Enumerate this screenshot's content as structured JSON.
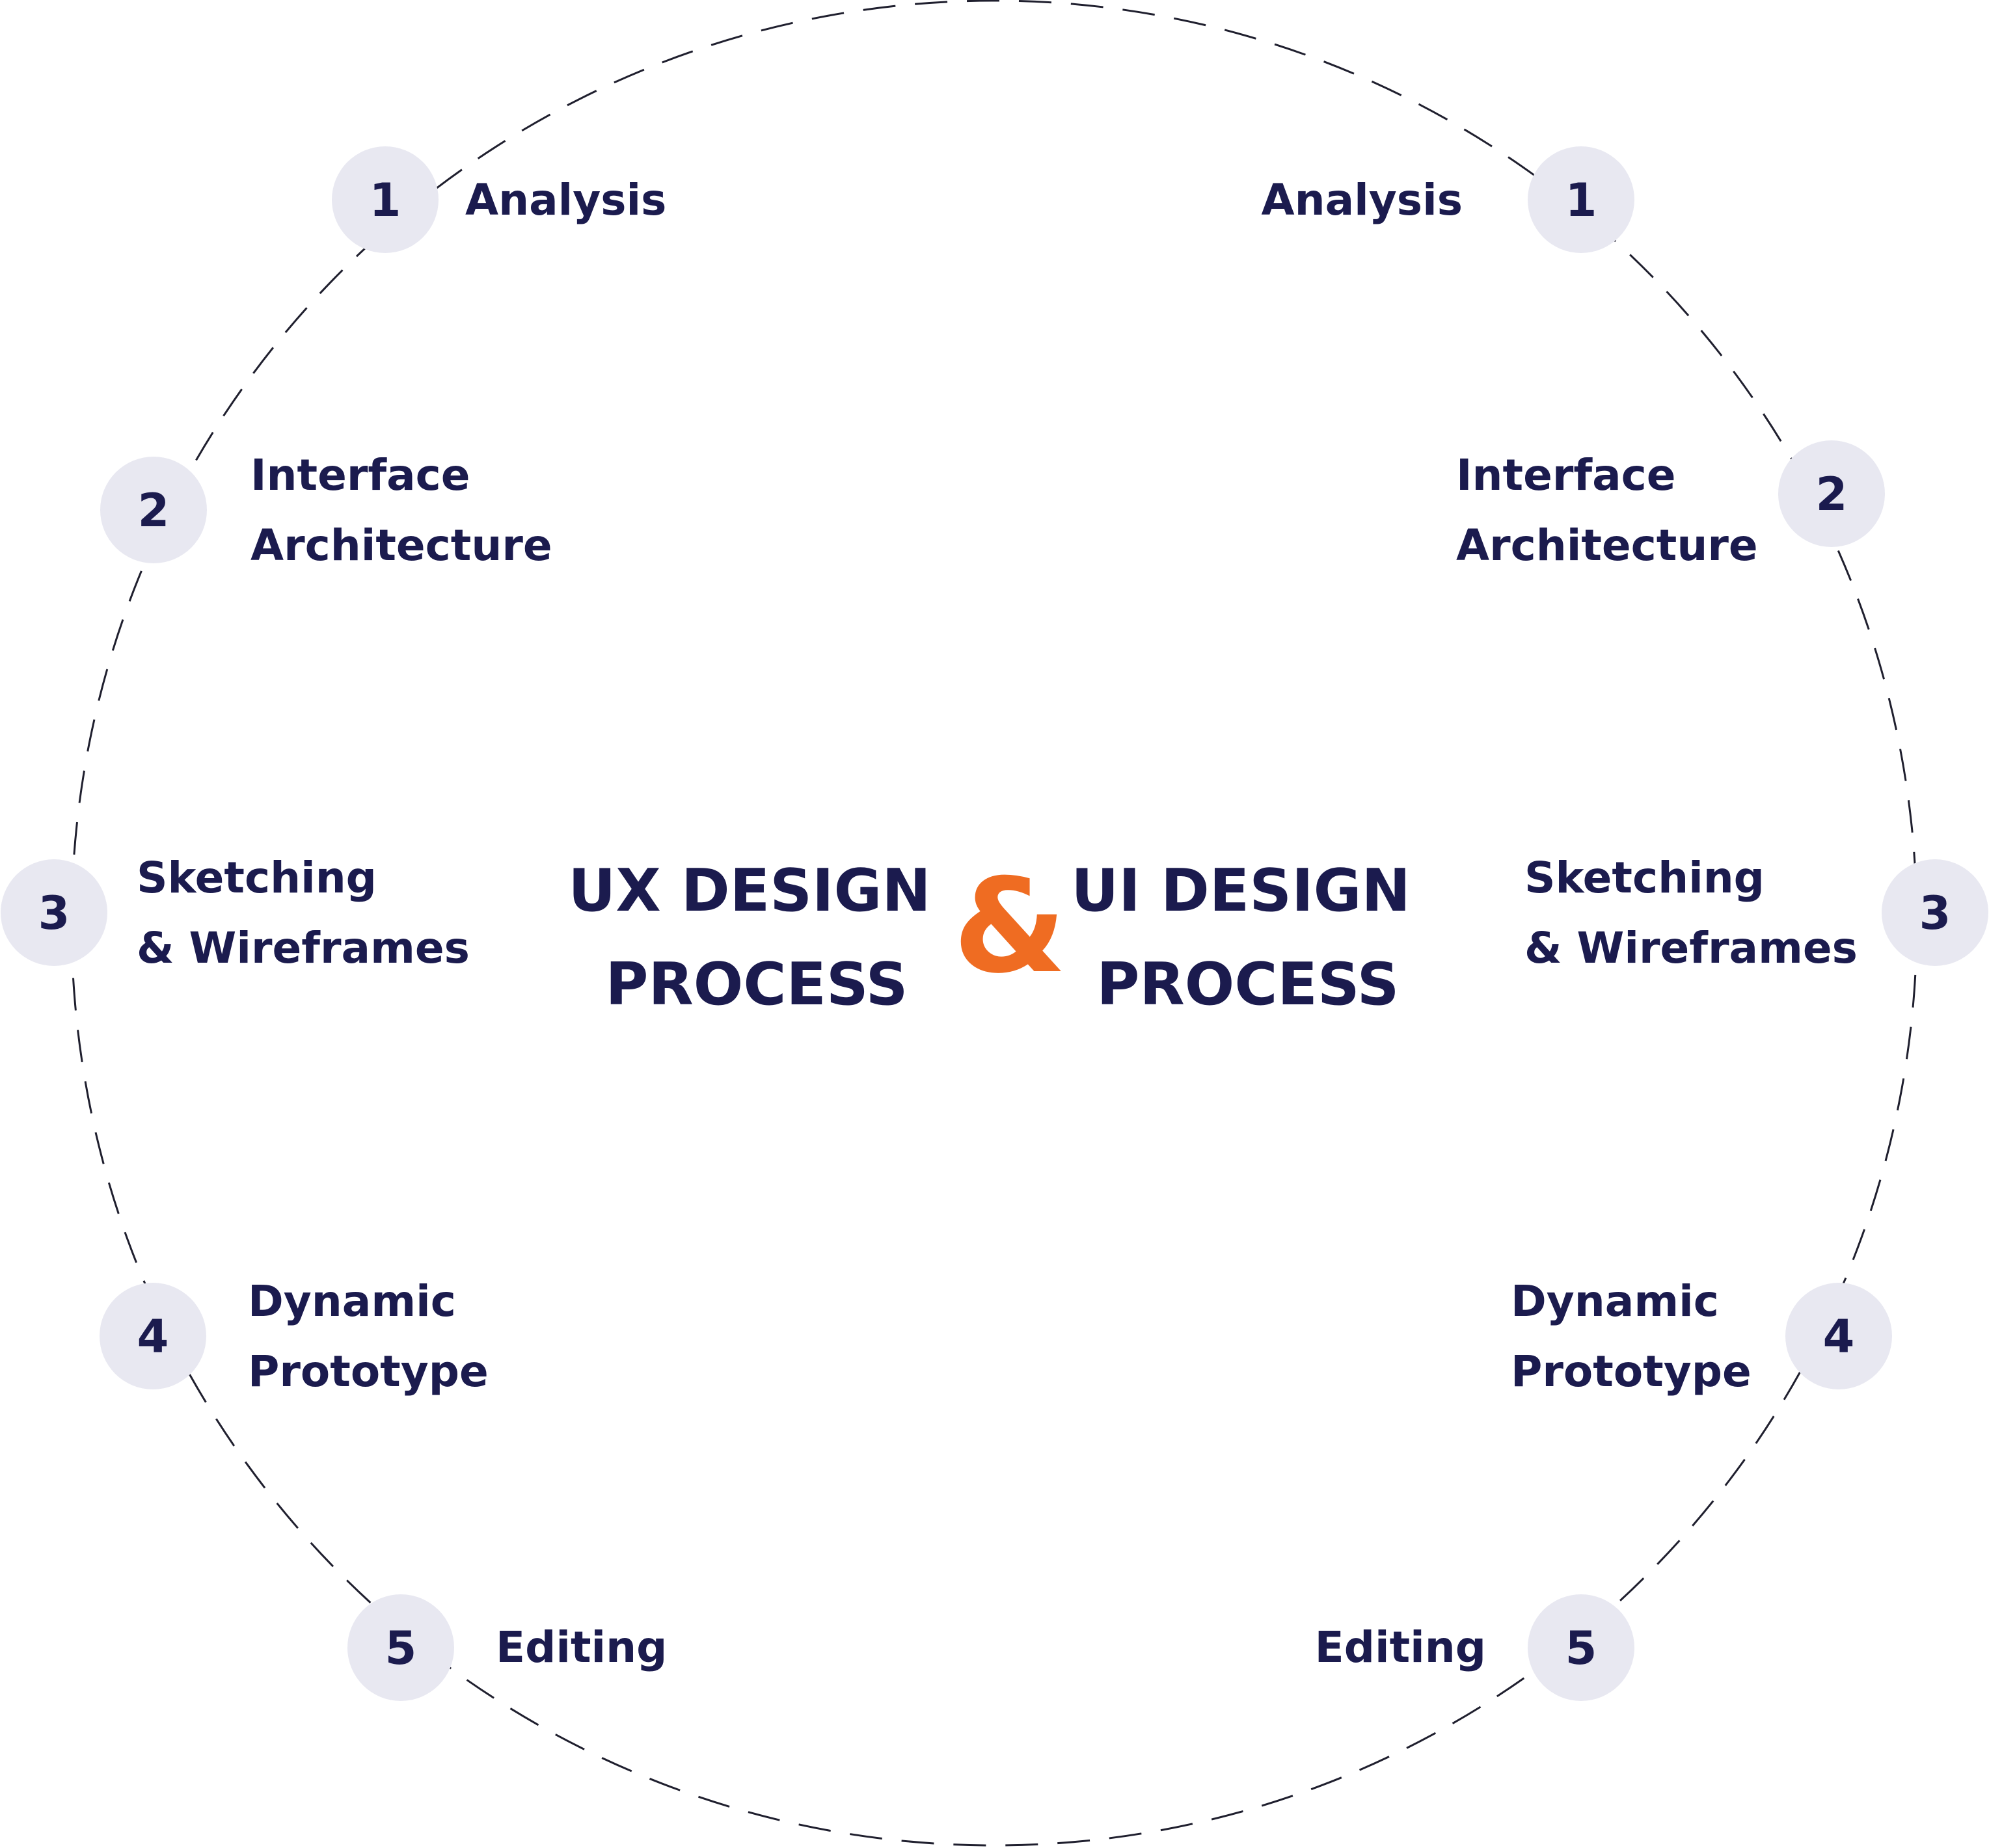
{
  "colors": {
    "text": "#1b1b4e",
    "accent": "#ef6c22",
    "step_circle": "#e8e8f1",
    "ring": "#1f1f2e"
  },
  "center": {
    "ux_title_line1": "UX DESIGN",
    "ux_title_line2": "PROCESS",
    "ampersand": "&",
    "ui_title_line1": "UI DESIGN",
    "ui_title_line2": "PROCESS"
  },
  "ux_steps": [
    {
      "number": "1",
      "line1": "Analysis",
      "line2": ""
    },
    {
      "number": "2",
      "line1": "Interface",
      "line2": "Architecture"
    },
    {
      "number": "3",
      "line1": "Sketching",
      "line2": "& Wireframes"
    },
    {
      "number": "4",
      "line1": "Dynamic",
      "line2": "Prototype"
    },
    {
      "number": "5",
      "line1": "Editing",
      "line2": ""
    }
  ],
  "ui_steps": [
    {
      "number": "1",
      "line1": "Analysis",
      "line2": ""
    },
    {
      "number": "2",
      "line1": "Interface",
      "line2": "Architecture"
    },
    {
      "number": "3",
      "line1": "Sketching",
      "line2": "& Wireframes"
    },
    {
      "number": "4",
      "line1": "Dynamic",
      "line2": "Prototype"
    },
    {
      "number": "5",
      "line1": "Editing",
      "line2": ""
    }
  ]
}
